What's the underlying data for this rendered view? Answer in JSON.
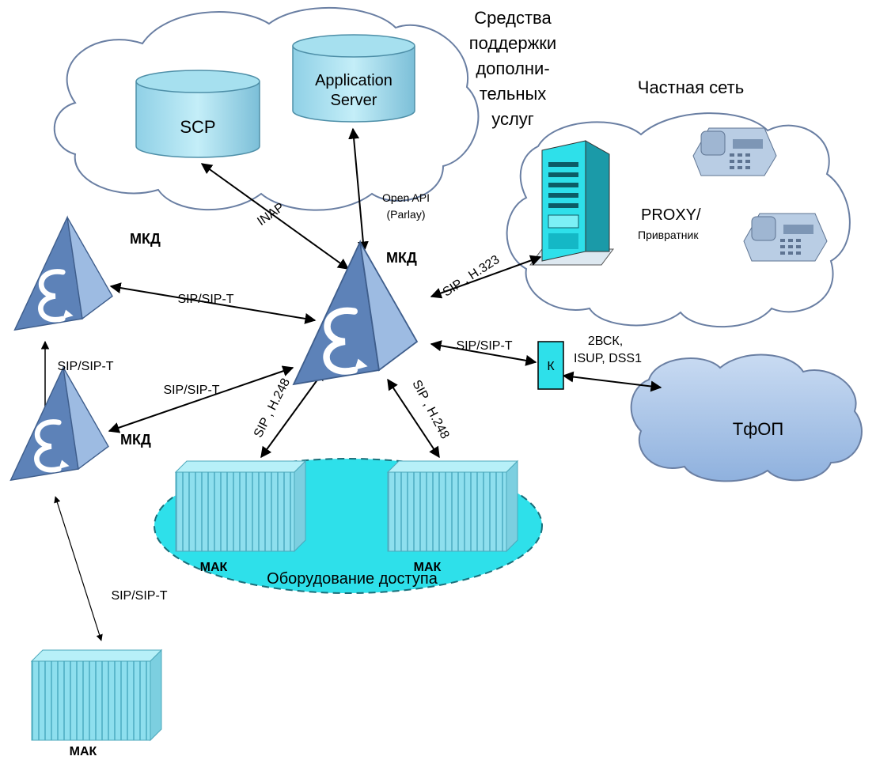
{
  "colors": {
    "cloud_fill": "#ffffff",
    "cloud_stroke": "#6a7fa3",
    "pstn_fill": "#a9c4e6",
    "access_fill": "#2ee0ea",
    "device_fill": "#7fd8e6",
    "pyramid_front": "#6b8fbf",
    "pyramid_side": "#8eaed8",
    "switch_fill": "#2ee0ea"
  },
  "icons": {
    "server_db": "database-cylinder-icon",
    "softswitch": "pyramid-softswitch-icon",
    "access_node": "rack-equipment-icon",
    "proxy": "server-tower-icon",
    "phone": "desk-phone-icon"
  },
  "labels": {
    "services_caption": [
      "Средства",
      "поддержки",
      "дополни-",
      "тельных",
      "услуг"
    ],
    "scp": "SCP",
    "app_server": [
      "Application",
      "Server"
    ],
    "private_network": "Частная сеть",
    "proxy": "PROXY/",
    "gatekeeper": "Привратник",
    "mkd": "МКД",
    "mak": "МАК",
    "access_equipment": "Оборудование доступа",
    "pstn": "ТфОП",
    "k_box": "К"
  },
  "links": {
    "inap": "INAP",
    "open_api": [
      "Open API",
      "(Parlay)"
    ],
    "sip_h323": "SIP , H.323",
    "sip_sipt": "SIP/SIP-T",
    "sip_h248": "SIP , H.248",
    "sip_h248_b": "SIP , H.248",
    "pstn_signaling": [
      "2ВСК,",
      "ISUP, DSS1"
    ]
  }
}
